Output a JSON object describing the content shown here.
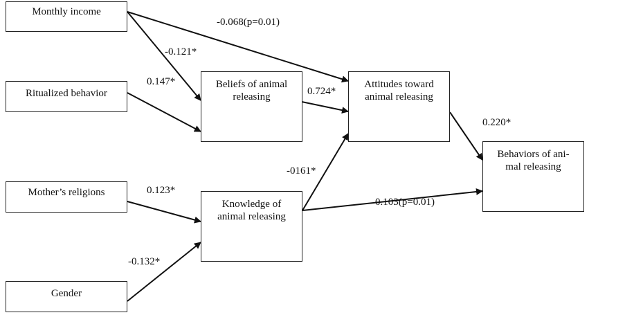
{
  "nodes": {
    "monthly_income": "Monthly income",
    "ritualized_behavior": "Ritualized behavior",
    "mothers_religions": "Mother’s religions",
    "gender": "Gender",
    "beliefs": [
      "Beliefs of animal",
      "releasing"
    ],
    "knowledge": [
      "Knowledge of",
      "animal releasing"
    ],
    "attitudes": [
      "Attitudes toward",
      "animal releasing"
    ],
    "behaviors": [
      "Behaviors of ani-",
      "mal releasing"
    ]
  },
  "edges": [
    {
      "from": "Monthly income",
      "to": "Attitudes toward animal releasing",
      "coef": "-0.068(p=0.01)"
    },
    {
      "from": "Monthly income",
      "to": "Beliefs of animal releasing",
      "coef": "-0.121*"
    },
    {
      "from": "Ritualized behavior",
      "to": "Beliefs of animal releasing",
      "coef": "0.147*"
    },
    {
      "from": "Beliefs of animal releasing",
      "to": "Attitudes toward animal releasing",
      "coef": "0.724*"
    },
    {
      "from": "Attitudes toward animal releasing",
      "to": "Behaviors of animal releasing",
      "coef": "0.220*"
    },
    {
      "from": "Knowledge of animal releasing",
      "to": "Attitudes toward animal releasing",
      "coef": "-0161*"
    },
    {
      "from": "Knowledge of animal releasing",
      "to": "Behaviors of animal releasing",
      "coef": "0.103(p=0.01)"
    },
    {
      "from": "Mother’s religions",
      "to": "Knowledge of animal releasing",
      "coef": "0.123*"
    },
    {
      "from": "Gender",
      "to": "Knowledge of animal releasing",
      "coef": "-0.132*"
    }
  ]
}
